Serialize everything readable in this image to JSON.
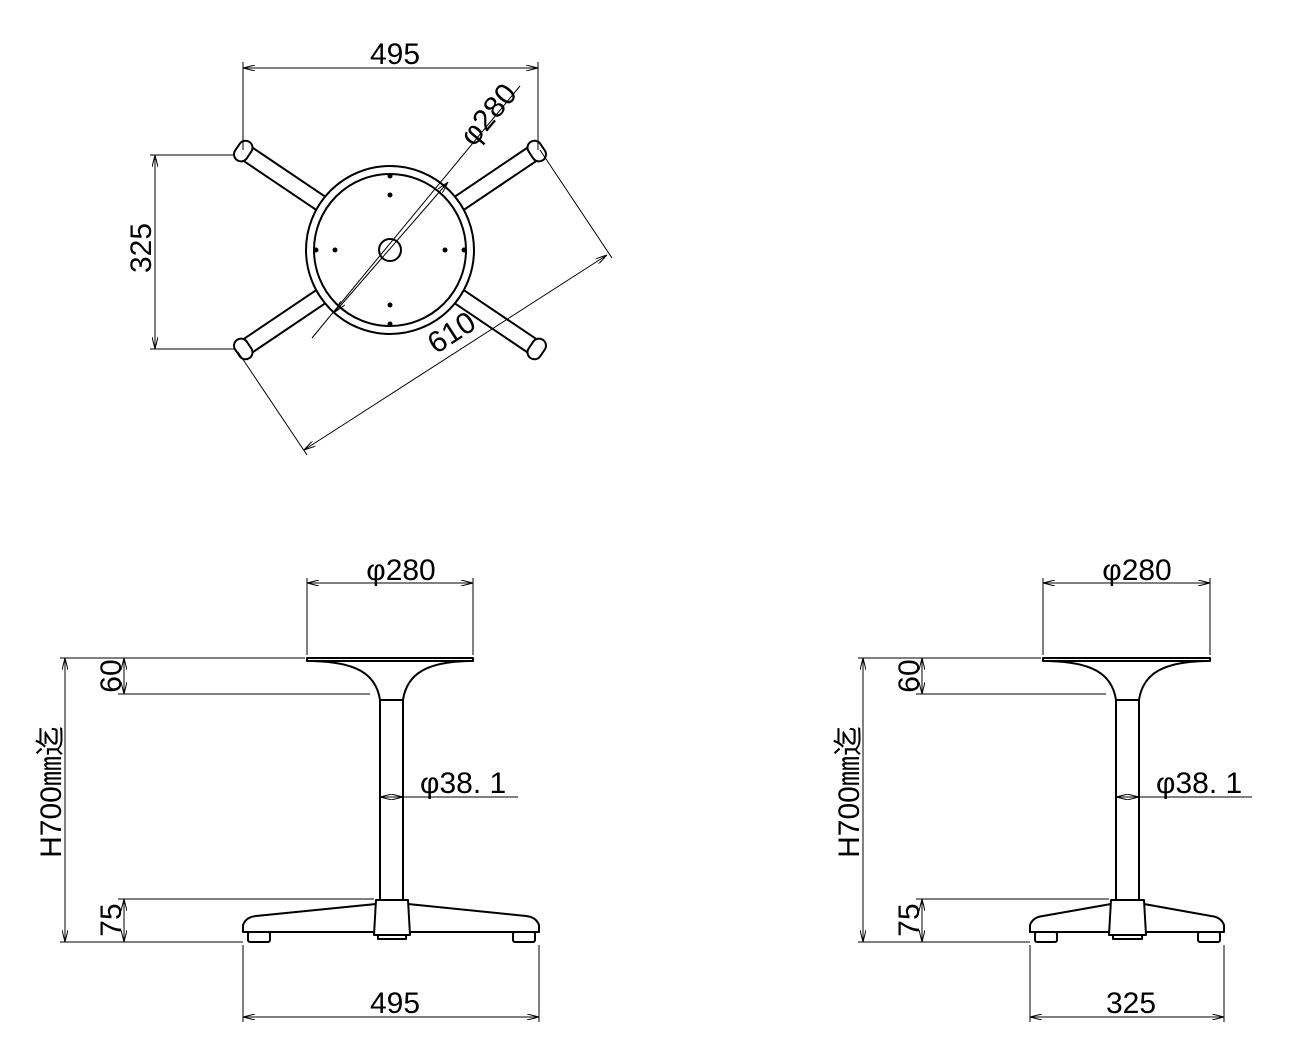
{
  "top_view": {
    "width_label": "495",
    "height_label": "325",
    "diameter_label": "φ280",
    "diagonal_label": "610"
  },
  "front_view": {
    "top_diameter_label": "φ280",
    "top_thickness_label": "60",
    "height_label": "H700㎜迄",
    "pipe_label": "φ38. 1",
    "base_height_label": "75",
    "base_width_label": "495"
  },
  "side_view": {
    "top_diameter_label": "φ280",
    "top_thickness_label": "60",
    "height_label": "H700㎜迄",
    "pipe_label": "φ38. 1",
    "base_height_label": "75",
    "base_width_label": "325"
  }
}
